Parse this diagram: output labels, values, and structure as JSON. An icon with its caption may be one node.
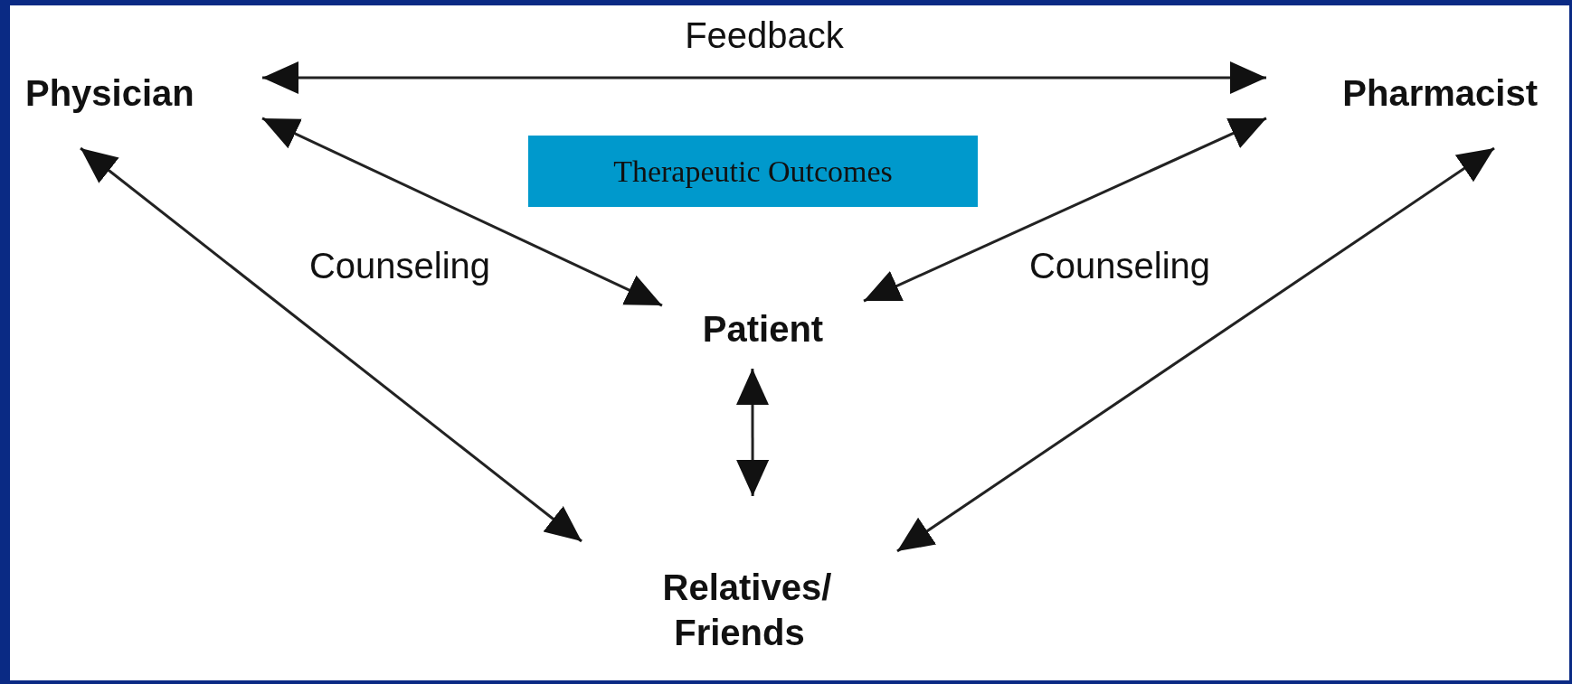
{
  "diagram": {
    "nodes": [
      {
        "text": [
          "Physician"
        ]
      },
      {
        "text": [
          "Pharmacist"
        ]
      },
      {
        "text": [
          "Therapeutic Outcomes"
        ]
      },
      {
        "text": [
          "Patient"
        ]
      },
      {
        "text": [
          "Relatives/ Friends"
        ]
      }
    ],
    "edges": [
      {
        "from": 0,
        "to": 1,
        "arrow": "both",
        "label": "Feedback"
      },
      {
        "from": 0,
        "to": 3,
        "arrow": "both",
        "label": "Counseling"
      },
      {
        "from": 1,
        "to": 3,
        "arrow": "both",
        "label": "Counseling"
      },
      {
        "from": 0,
        "to": 4,
        "arrow": "both"
      },
      {
        "from": 1,
        "to": 4,
        "arrow": "both"
      },
      {
        "from": 3,
        "to": 4,
        "arrow": "both"
      }
    ]
  }
}
